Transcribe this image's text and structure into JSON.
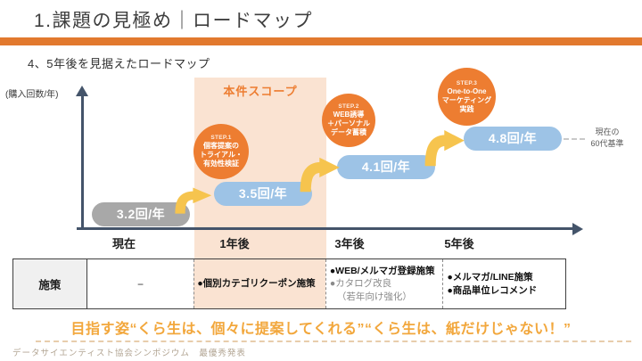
{
  "slide": {
    "title": "1.課題の見極め｜ロードマップ",
    "subtitle": "4、5年後を見据えたロードマップ",
    "goal_message": "目指す姿“くら生は、個々に提案してくれる”“くら生は、紙だけじゃない！”",
    "footer": "データサイエンティスト協会シンポジウム　最優秀発表"
  },
  "chart": {
    "type": "roadmap-timeline",
    "y_axis_label": "(購入回数/年)",
    "scope_label": "本件スコープ",
    "annotation": {
      "line1": "現在の",
      "line2": "60代基準"
    },
    "milestones": [
      {
        "period": "現在",
        "value": "3.2回/年"
      },
      {
        "period": "1年後",
        "value": "3.5回/年"
      },
      {
        "period": "3年後",
        "value": "4.1回/年"
      },
      {
        "period": "5年後",
        "value": "4.8回/年"
      }
    ],
    "steps": [
      {
        "tag": "STEP.1",
        "lines": [
          "個客提案の",
          "トライアル・",
          "有効性検証"
        ]
      },
      {
        "tag": "STEP.2",
        "lines": [
          "WEB誘導",
          "＋パーソナル",
          "データ蓄積"
        ]
      },
      {
        "tag": "STEP.3",
        "lines": [
          "One-to-One",
          "マーケティング",
          "実践"
        ]
      }
    ]
  },
  "table": {
    "header": "施策",
    "cells": {
      "now": "−",
      "year1": "●個別カテゴリクーポン施策",
      "year3": [
        "●WEB/メルマガ登録施策",
        "●カタログ改良",
        "（若年向け強化）"
      ],
      "year5": [
        "●メルマガ/LINE施策",
        "●商品単位レコメンド"
      ]
    }
  },
  "colors": {
    "accent_orange": "#E2792E",
    "step_circle_orange": "#ED7D31",
    "scope_fill": "#FAE3D2",
    "pill_blue": "#9DC3E6",
    "pill_gray": "#A8A8A8",
    "arrow_yellow": "#F6C44E",
    "axis": "#44546A",
    "goal_text": "#F2A73C"
  }
}
